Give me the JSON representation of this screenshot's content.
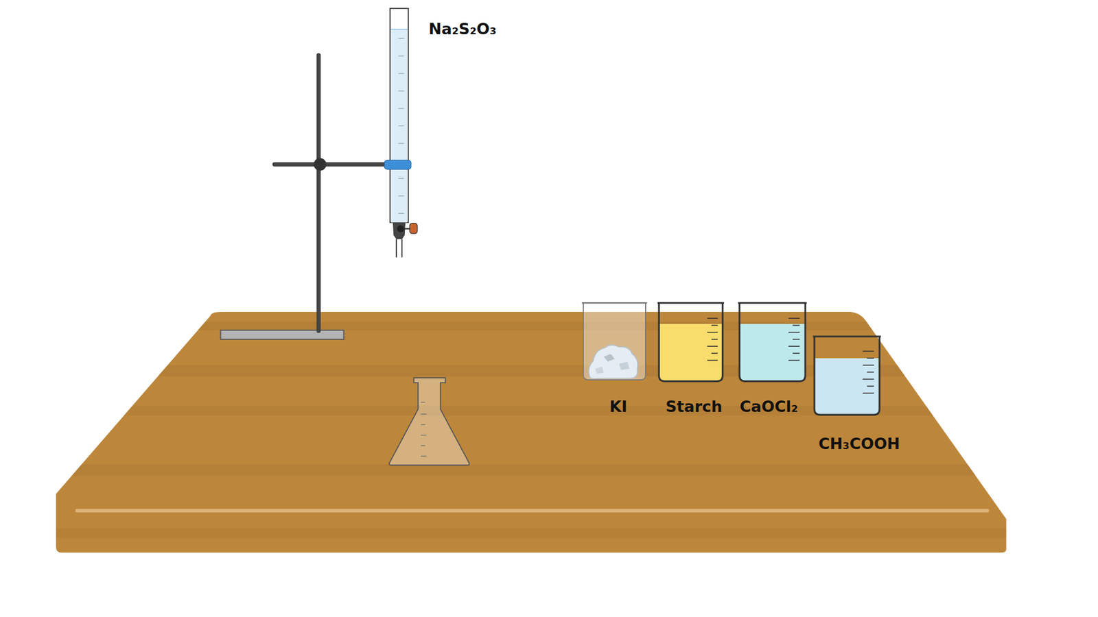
{
  "diagram": {
    "labels": [
      "Na₂S₂O₃",
      "KI",
      "Starch",
      "CaOCl₂",
      "CH₃COOH"
    ]
  }
}
